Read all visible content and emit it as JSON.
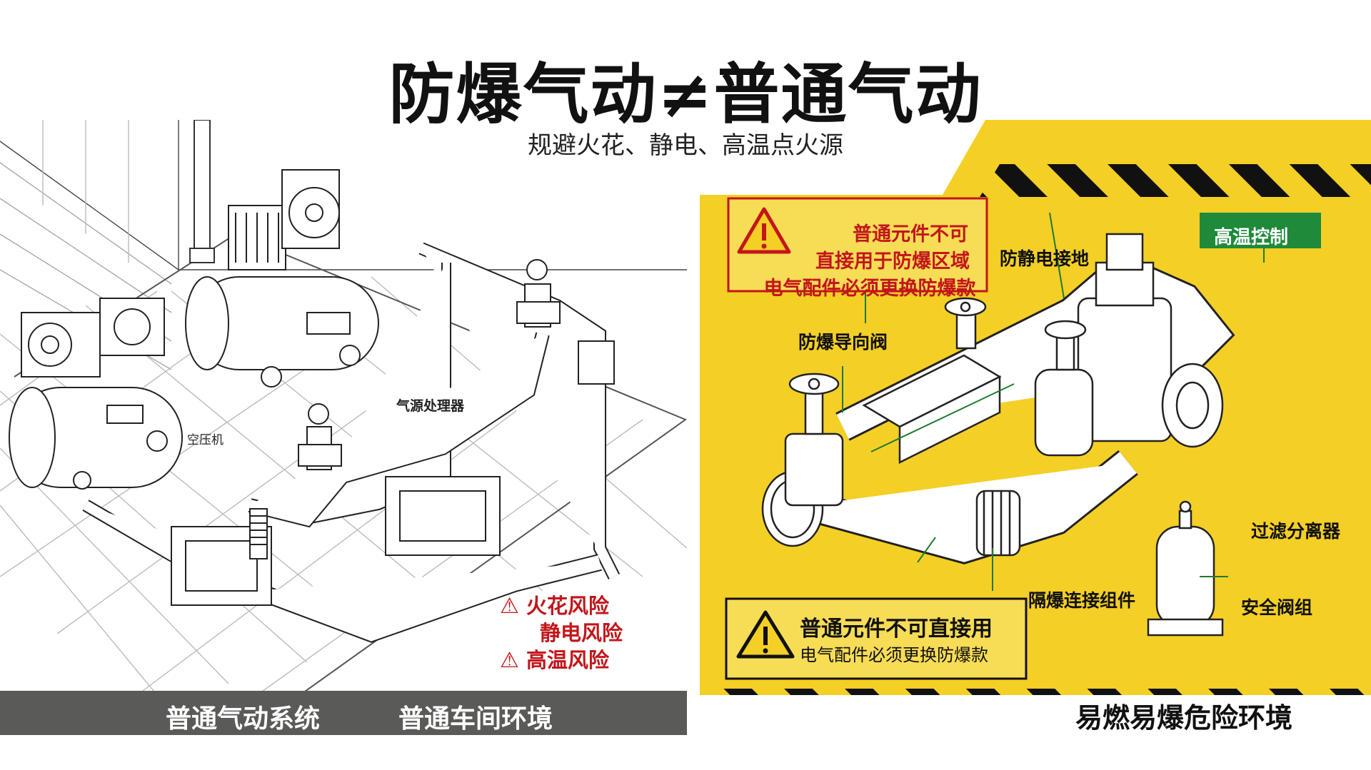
{
  "header": {
    "title": "防爆气动≠普通气动",
    "subtitle": "规避火花、静电、高温点火源"
  },
  "left": {
    "labels": {
      "compressor": "空压机",
      "air_treatment": "气源处理器"
    },
    "risks": [
      "火花风险",
      "静电风险",
      "高温风险"
    ],
    "footer": [
      "普通气动系统",
      "普通车间环境"
    ]
  },
  "right": {
    "warning_top": [
      "普通元件不可",
      "直接用于防爆区域",
      "电气配件必须更换防爆款"
    ],
    "warning_bottom": [
      "普通元件不可直接用",
      "电气配件必须更换防爆款"
    ],
    "badge": "高温控制",
    "callouts": {
      "antistatic": "防静电接地",
      "ex_valve": "防爆导向阀",
      "filter": "过滤分离器",
      "flameproof": "隔爆连接组件",
      "safety_valve": "安全阀组"
    },
    "footer": "易燃易爆危险环境"
  },
  "colors": {
    "hazard_yellow": "#f4cf25",
    "warning_red": "#c2161b",
    "badge_green": "#1e8a3a",
    "footer_gray": "#5a5a58"
  }
}
